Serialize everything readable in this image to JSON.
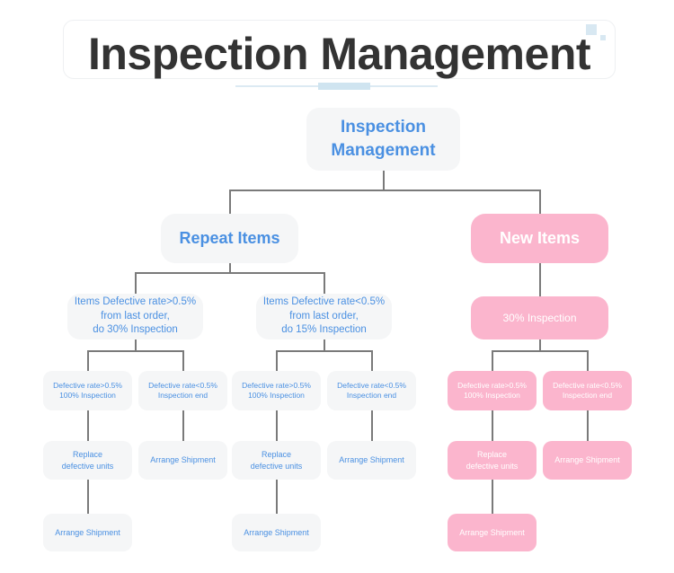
{
  "header": {
    "title": "Inspection Management",
    "decor": {
      "square_large": "decorative-square",
      "square_small": "decorative-square",
      "accent_color": "#cfe4f0"
    }
  },
  "theme": {
    "blue_text": "#4a90e2",
    "blue_node_bg": "#f5f6f7",
    "pink_node_bg": "#fbb5cd",
    "pink_text": "#ffffff",
    "connector": "#7a7a7a",
    "page_bg": "#ffffff"
  },
  "diagram": {
    "type": "tree",
    "root": {
      "label": "Inspection\nManagement",
      "style": "blue"
    },
    "branches": [
      {
        "id": "repeat-items",
        "label": "Repeat Items",
        "style": "blue",
        "children": [
          {
            "id": "repeat-high",
            "label": "Items Defective rate>0.5%\nfrom last order,\ndo 30% Inspection",
            "style": "blue",
            "children": [
              {
                "id": "repeat-high-fail",
                "label": "Defective rate>0.5%\n100% Inspection",
                "style": "blue",
                "children": [
                  {
                    "id": "repeat-high-fail-replace",
                    "label": "Replace\ndefective units",
                    "style": "blue",
                    "children": [
                      {
                        "id": "repeat-high-fail-ship",
                        "label": "Arrange Shipment",
                        "style": "blue"
                      }
                    ]
                  }
                ]
              },
              {
                "id": "repeat-high-pass",
                "label": "Defective rate<0.5%\nInspection end",
                "style": "blue",
                "children": [
                  {
                    "id": "repeat-high-pass-ship",
                    "label": "Arrange Shipment",
                    "style": "blue"
                  }
                ]
              }
            ]
          },
          {
            "id": "repeat-low",
            "label": "Items Defective rate<0.5%\nfrom last order,\ndo 15% Inspection",
            "style": "blue",
            "children": [
              {
                "id": "repeat-low-fail",
                "label": "Defective rate>0.5%\n100% Inspection",
                "style": "blue",
                "children": [
                  {
                    "id": "repeat-low-fail-replace",
                    "label": "Replace\ndefective units",
                    "style": "blue",
                    "children": [
                      {
                        "id": "repeat-low-fail-ship",
                        "label": "Arrange Shipment",
                        "style": "blue"
                      }
                    ]
                  }
                ]
              },
              {
                "id": "repeat-low-pass",
                "label": "Defective rate<0.5%\nInspection end",
                "style": "blue",
                "children": [
                  {
                    "id": "repeat-low-pass-ship",
                    "label": "Arrange Shipment",
                    "style": "blue"
                  }
                ]
              }
            ]
          }
        ]
      },
      {
        "id": "new-items",
        "label": "New Items",
        "style": "pink",
        "children": [
          {
            "id": "new-30",
            "label": "30% Inspection",
            "style": "pink",
            "children": [
              {
                "id": "new-fail",
                "label": "Defective rate>0.5%\n100% Inspection",
                "style": "pink",
                "children": [
                  {
                    "id": "new-fail-replace",
                    "label": "Replace\ndefective units",
                    "style": "pink",
                    "children": [
                      {
                        "id": "new-fail-ship",
                        "label": "Arrange Shipment",
                        "style": "pink"
                      }
                    ]
                  }
                ]
              },
              {
                "id": "new-pass",
                "label": "Defective rate<0.5%\nInspection end",
                "style": "pink",
                "children": [
                  {
                    "id": "new-pass-ship",
                    "label": "Arrange Shipment",
                    "style": "pink"
                  }
                ]
              }
            ]
          }
        ]
      }
    ]
  },
  "nodes": {
    "root": "Inspection\nManagement",
    "repeat_items": "Repeat Items",
    "new_items": "New Items",
    "repeat_high": "Items Defective rate>0.5%\nfrom last order,\ndo 30% Inspection",
    "repeat_low": "Items Defective rate<0.5%\nfrom last order,\ndo 15% Inspection",
    "new_30": "30% Inspection",
    "rh_fail": "Defective rate>0.5%\n100% Inspection",
    "rh_pass": "Defective rate<0.5%\nInspection end",
    "rl_fail": "Defective rate>0.5%\n100% Inspection",
    "rl_pass": "Defective rate<0.5%\nInspection end",
    "new_fail": "Defective rate>0.5%\n100% Inspection",
    "new_pass": "Defective rate<0.5%\nInspection end",
    "rh_replace": "Replace\ndefective units",
    "rh_ship_pass": "Arrange Shipment",
    "rl_replace": "Replace\ndefective units",
    "rl_ship_pass": "Arrange Shipment",
    "new_replace": "Replace\ndefective units",
    "new_ship_pass": "Arrange Shipment",
    "rh_ship_final": "Arrange Shipment",
    "rl_ship_final": "Arrange Shipment",
    "new_ship_final": "Arrange Shipment"
  }
}
